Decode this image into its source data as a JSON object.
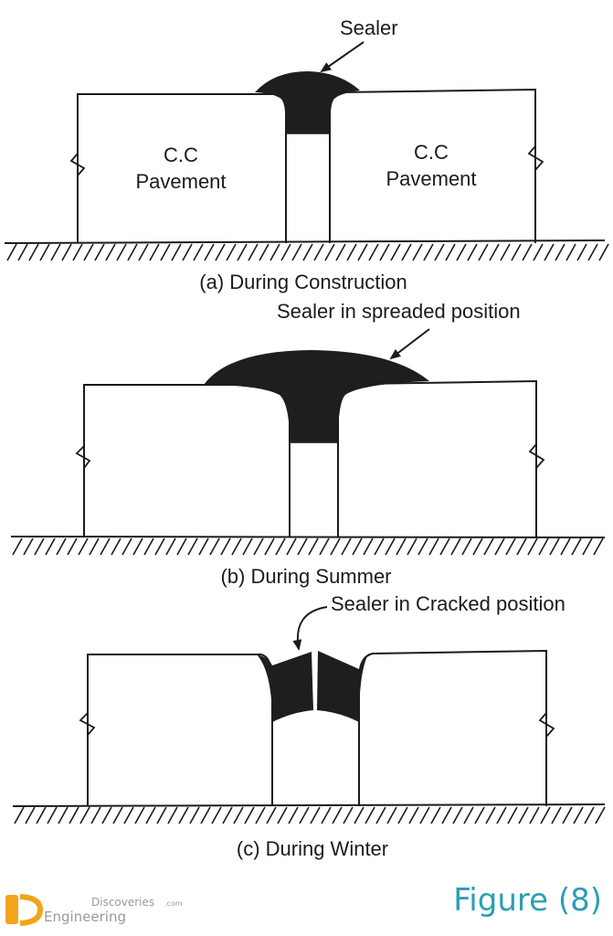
{
  "panel_a": {
    "callout": "Sealer",
    "left_slab": [
      "C.C",
      "Pavement"
    ],
    "right_slab": [
      "C.C",
      "Pavement"
    ],
    "caption": "(a) During Construction"
  },
  "panel_b": {
    "callout": "Sealer in spreaded position",
    "caption": "(b) During Summer"
  },
  "panel_c": {
    "callout": "Sealer in Cracked position",
    "caption": "(c) During Winter"
  },
  "watermark": {
    "line1": "Discoveries",
    "suffix": ".com",
    "line2": "Engineering"
  },
  "figure_label": "Figure (8)",
  "colors": {
    "ink": "#1b1b1b",
    "sealer": "#1e1e1e",
    "figure_label": "#2a9fb5",
    "logo": "#f2a51c"
  }
}
